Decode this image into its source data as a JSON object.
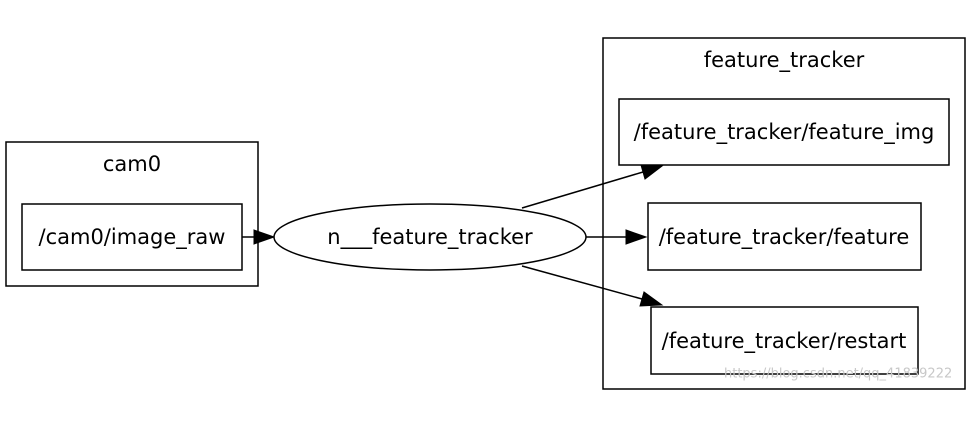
{
  "clusters": {
    "cam0": {
      "label": "cam0"
    },
    "feature_tracker": {
      "label": "feature_tracker"
    }
  },
  "nodes": {
    "image_raw": {
      "label": "/cam0/image_raw"
    },
    "n_feature_tracker": {
      "label": "n___feature_tracker"
    },
    "feature_img": {
      "label": "/feature_tracker/feature_img"
    },
    "feature": {
      "label": "/feature_tracker/feature"
    },
    "restart": {
      "label": "/feature_tracker/restart"
    }
  },
  "edges": [
    {
      "from": "image_raw",
      "to": "n_feature_tracker"
    },
    {
      "from": "n_feature_tracker",
      "to": "feature_img"
    },
    {
      "from": "n_feature_tracker",
      "to": "feature"
    },
    {
      "from": "n_feature_tracker",
      "to": "restart"
    }
  ],
  "watermark": "https://blog.csdn.net/qq_41839222",
  "colors": {
    "stroke": "#000000",
    "background": "#ffffff",
    "watermark": "#c8c8c8"
  }
}
